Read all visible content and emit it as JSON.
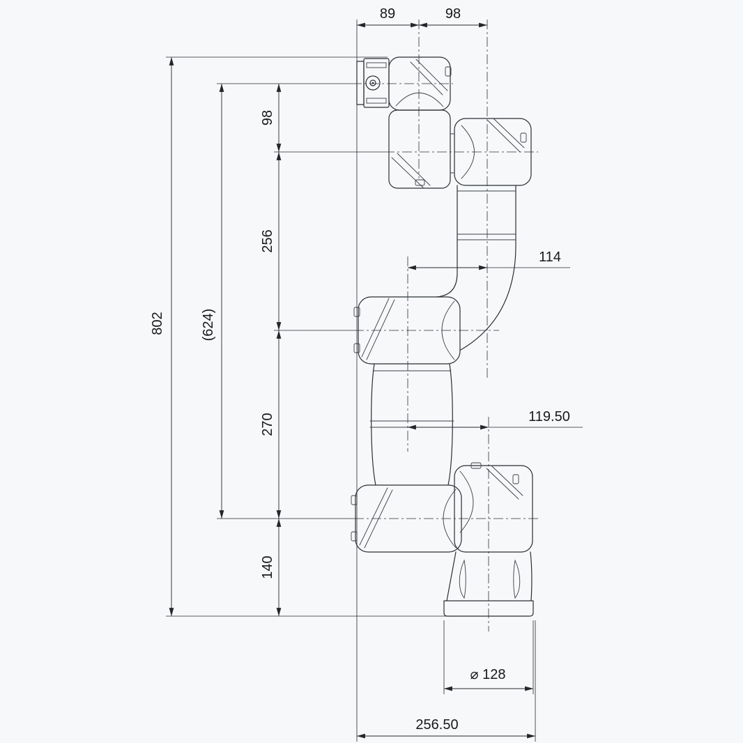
{
  "style": {
    "background": "#f7f8fa",
    "line_color": "#2b2f33",
    "text_color": "#16181b"
  },
  "dimensions": {
    "top_width_left": "89",
    "top_width_right": "98",
    "overall_height": "802",
    "reference_height": "(624)",
    "segment_top": "98",
    "segment_upper": "256",
    "segment_lower": "270",
    "segment_base": "140",
    "offset_elbow": "114",
    "offset_base": "119.50",
    "base_diameter": "⌀ 128",
    "overall_width_bottom": "256.50"
  }
}
